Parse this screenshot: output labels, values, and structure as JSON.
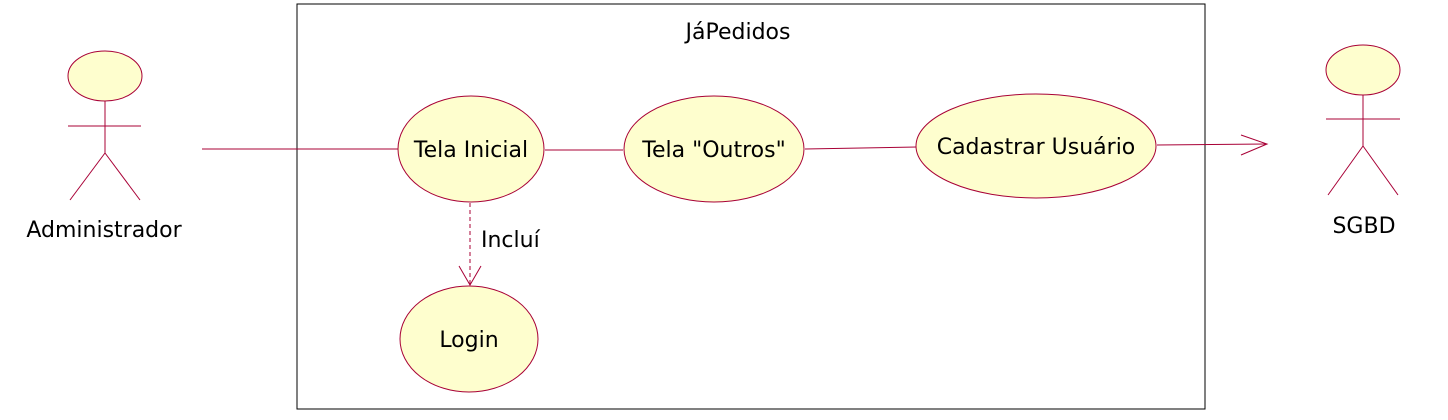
{
  "system": {
    "title": "JáPedidos"
  },
  "actors": {
    "admin": {
      "label": "Administrador"
    },
    "sgbd": {
      "label": "SGBD"
    }
  },
  "use_cases": {
    "tela_inicial": {
      "label": "Tela Inicial"
    },
    "tela_outros": {
      "label": "Tela \"Outros\""
    },
    "cadastrar_usuario": {
      "label": "Cadastrar Usuário"
    },
    "login": {
      "label": "Login"
    }
  },
  "relations": {
    "include_label": "Incluí"
  },
  "colors": {
    "line": "#a80036",
    "fill": "#fefece",
    "border": "#000000"
  }
}
